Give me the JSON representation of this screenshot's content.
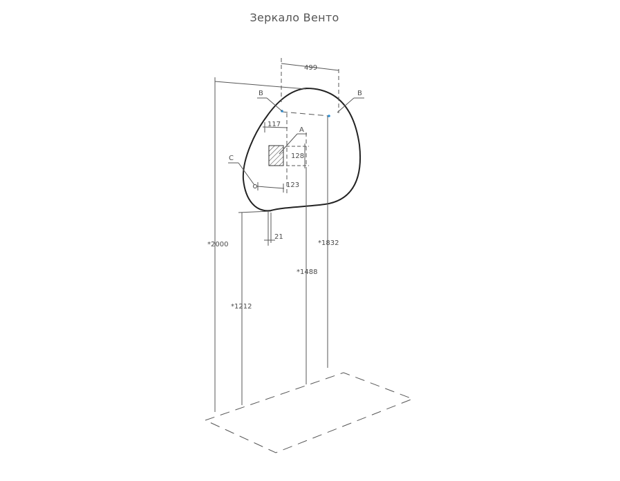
{
  "title": "Зеркало Венто",
  "dimensions": {
    "width_top": "499",
    "offset_left": "117",
    "box_height": "128",
    "box_offset": "123",
    "thickness": "21",
    "height_total": "*2000",
    "height_hook": "*1832",
    "height_box": "*1488",
    "height_bottom": "*1212"
  },
  "callouts": {
    "b_left": "B",
    "b_right": "B",
    "a": "A",
    "c": "C"
  },
  "colors": {
    "line": "#555555",
    "outline": "#222222",
    "accent": "#2a8fd6"
  }
}
